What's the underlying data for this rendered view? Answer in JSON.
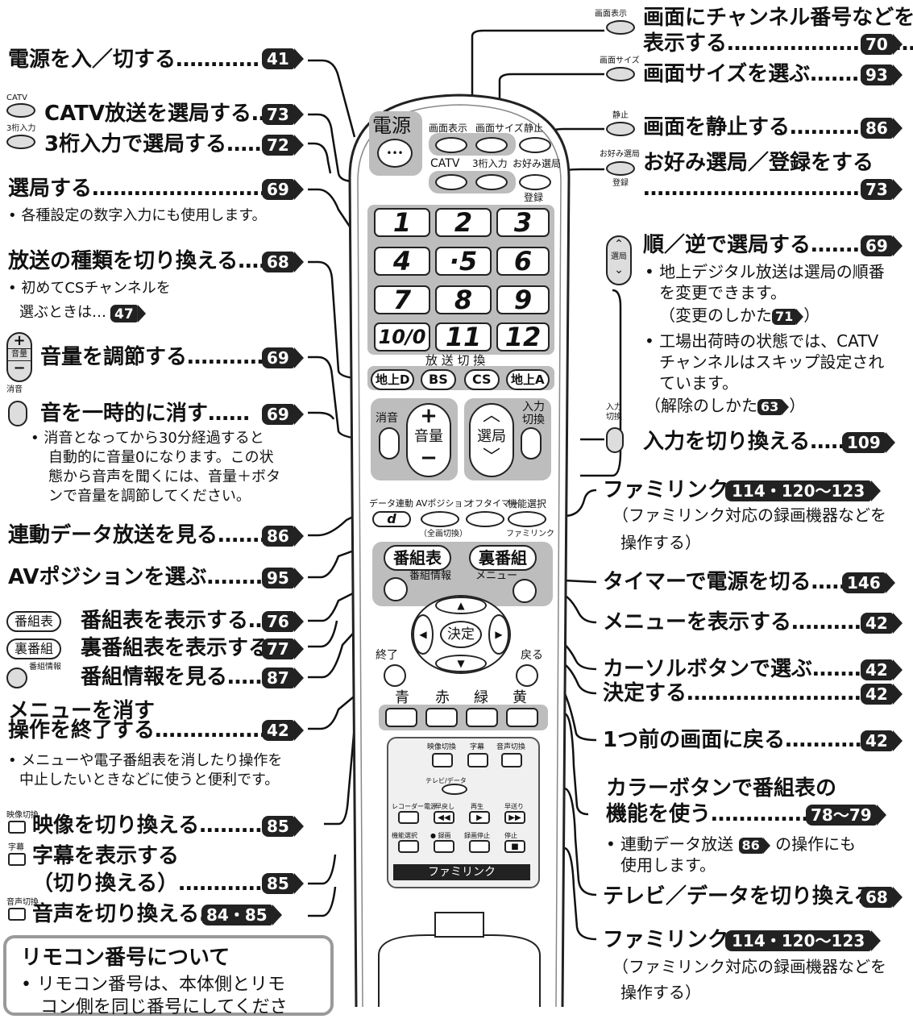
{
  "left": {
    "power": {
      "label": "電源を入／切する…………",
      "page": "41"
    },
    "catv_icon": "CATV",
    "catv": {
      "label": "CATV放送を選局する…",
      "page": "73"
    },
    "digit3_icon": "3桁入力",
    "digit3": {
      "label": "3桁入力で選局する……",
      "page": "72"
    },
    "select": {
      "label": "選局する………………………",
      "page": "69",
      "note": "• 各種設定の数字入力にも使用します。"
    },
    "broadcast": {
      "label": "放送の種類を切り換える……",
      "page": "68",
      "note1": "• 初めてCSチャンネルを",
      "note2": "選ぶときは…",
      "note_page": "47"
    },
    "volume_icon": "音量",
    "volume": {
      "label": "音量を調節する…………",
      "page": "69"
    },
    "mute_icon": "消音",
    "mute": {
      "label": "音を一時的に消す……",
      "page": "69",
      "note1": "• 消音となってから30分経過すると",
      "note2": "自動的に音量0になります。この状",
      "note3": "態から音声を聞くには、音量＋ボタ",
      "note4": "ンで音量を調節してください。"
    },
    "data": {
      "label": "連動データ放送を見る………",
      "page": "86"
    },
    "av": {
      "label": "AVポジションを選ぶ………",
      "page": "95"
    },
    "guide_icon": "番組表",
    "guide": {
      "label": "番組表を表示する…",
      "page": "76"
    },
    "ura_icon": "裏番組",
    "ura": {
      "label": "裏番組表を表示する…",
      "page": "77"
    },
    "info_icon": "番組情報",
    "info": {
      "label": "番組情報を見る……",
      "page": "87"
    },
    "exit": {
      "label1": "メニューを消す",
      "label2": "操作を終了する………………",
      "page": "42",
      "note1": "• メニューや電子番組表を消したり操作を",
      "note2": "中止したいときなどに使うと便利です。"
    },
    "video_icon": "映像切換",
    "video": {
      "label": "映像を切り換える………",
      "page": "85"
    },
    "sub_icon": "字幕",
    "sub": {
      "label1": "字幕を表示する",
      "label2": "（切り換える）…………",
      "page": "85"
    },
    "audio_icon": "音声切換",
    "audio": {
      "label": "音声を切り換える…",
      "page": "84・85"
    },
    "box": {
      "title": "リモコン番号について",
      "line1": "• リモコン番号は、本体側とリモ",
      "line2": "コン側を同じ番号にしてくださ"
    }
  },
  "right": {
    "display_icon": "画面表示",
    "display": {
      "label1": "画面にチャンネル番号などを",
      "label2": "表示する………………………",
      "page": "70"
    },
    "size_icon": "画面サイズ",
    "size": {
      "label": "画面サイズを選ぶ………",
      "page": "93"
    },
    "still_icon": "静止",
    "still": {
      "label": "画面を静止する…………",
      "page": "86"
    },
    "fav_icon": "お好み選局",
    "fav_icon2": "登録",
    "fav": {
      "label1": "お好み選局／登録をする",
      "label2": "………………………………",
      "page": "73"
    },
    "updown_icon": "選局",
    "updown": {
      "label": "順／逆で選局する………",
      "page": "69",
      "note1": "• 地上デジタル放送は選局の順番",
      "note2": "を変更できます。",
      "note3a": "（変更のしかた",
      "note3_page": "71",
      "note3b": "）",
      "note4": "• 工場出荷時の状態では、CATV",
      "note5": "チャンネルはスキップ設定され",
      "note6": "ています。",
      "note7a": "（解除のしかた",
      "note7_page": "63",
      "note7b": "）"
    },
    "input_icon1": "入力",
    "input_icon2": "切換",
    "input": {
      "label": "入力を切り換える……",
      "page": "109"
    },
    "famlink1": {
      "label": "ファミリンク",
      "page": "114・120〜123",
      "note1": "（ファミリンク対応の録画機器などを",
      "note2": "操作する）"
    },
    "timer": {
      "label": "タイマーで電源を切る……",
      "page": "146"
    },
    "menu": {
      "label": "メニューを表示する…………",
      "page": "42"
    },
    "cursor": {
      "label": "カーソルボタンで選ぶ………",
      "page": "42"
    },
    "enter": {
      "label": "決定する…………………………",
      "page": "42"
    },
    "back": {
      "label": "1つ前の画面に戻る…………",
      "page": "42"
    },
    "color": {
      "label1": "カラーボタンで番組表の",
      "label2": "機能を使う……………",
      "page": "78〜79",
      "note_a": "• 連動データ放送",
      "note_page": "86",
      "note_b": "の操作にも",
      "note2": "使用します。"
    },
    "tvdata": {
      "label": "テレビ／データを切り換える…",
      "page": "68"
    },
    "famlink2": {
      "label": "ファミリンク",
      "page": "114・120〜123",
      "note1": "（ファミリンク対応の録画機器などを",
      "note2": "操作する）"
    }
  },
  "remote": {
    "power": "電源",
    "power_dots": "•••",
    "disp": "画面表示",
    "size": "画面サイズ",
    "still": "静止",
    "catv": "CATV",
    "d3": "3桁入力",
    "fav": "お好み選局",
    "reg": "登録",
    "n1": "1",
    "n2": "2",
    "n3": "3",
    "n4": "4",
    "n5": "·5",
    "n6": "6",
    "n7": "7",
    "n8": "8",
    "n9": "9",
    "n10": "10/0",
    "n11": "11",
    "n12": "12",
    "bc_title": "放 送 切 換",
    "chi": "地上D",
    "bs": "BS",
    "cs": "CS",
    "chia": "地上A",
    "mute": "消音",
    "plus": "+",
    "vol": "音量",
    "minus": "−",
    "ch": "選局",
    "in1": "入力",
    "in2": "切換",
    "data": "データ連動",
    "d": "d",
    "av": "AVポジション",
    "off": "オフタイマー",
    "func": "機能選択",
    "avsub": "（全画切換）",
    "famsub": "ファミリンク",
    "guide": "番組表",
    "ura": "裏番組",
    "info": "番組情報",
    "menu": "メニュー",
    "ok": "決定",
    "exit": "終了",
    "back": "戻る",
    "blue": "青",
    "red": "赤",
    "green": "緑",
    "yellow": "黄",
    "vsw": "映像切換",
    "subt": "字幕",
    "asw": "音声切換",
    "tvd": "テレビ/データ",
    "rec_pow": "レコーダー電源",
    "rew": "早戻し",
    "play": "再生",
    "ff": "早送り",
    "fsel": "機能選択",
    "rec": "● 録画",
    "recstop": "録画停止",
    "stop": "停止",
    "famlink": "ファミリンク"
  }
}
